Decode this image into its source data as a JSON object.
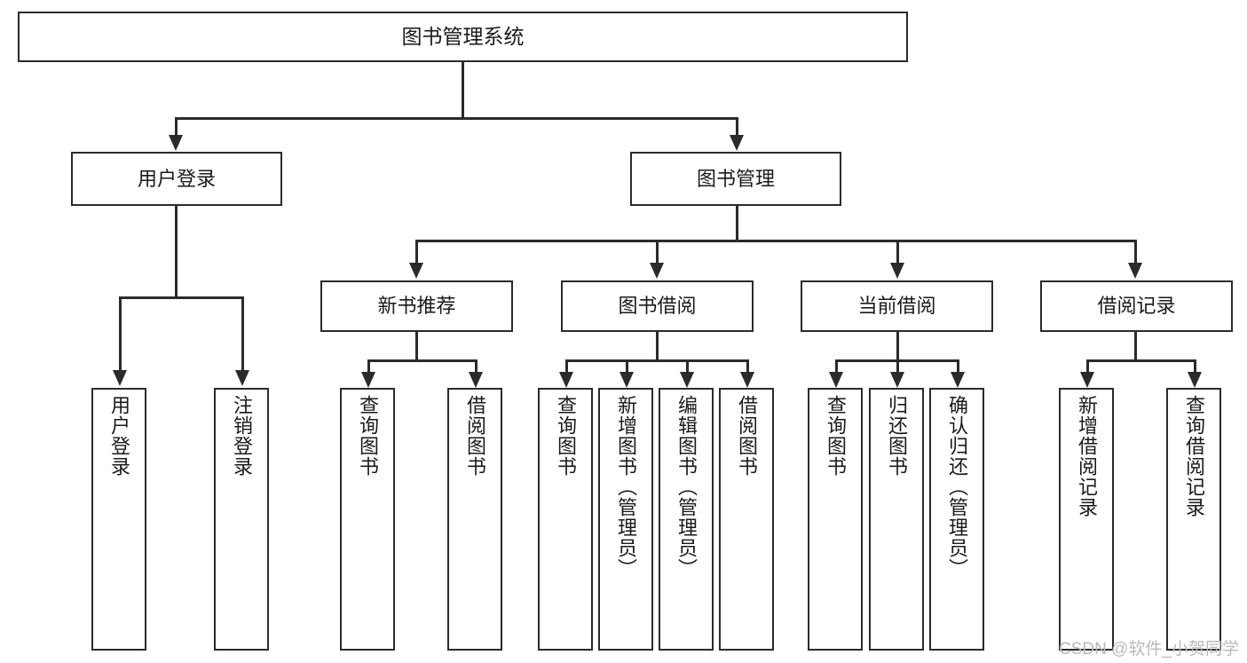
{
  "diagram": {
    "type": "tree-hierarchy-chart",
    "title": "图书管理系统",
    "colors": {
      "stroke": "#2b2b2b",
      "fill": "#ffffff",
      "text": "#1a1a1a",
      "watermark": "#b9b9b9"
    },
    "root": {
      "label": "图书管理系统"
    },
    "level2": [
      {
        "id": "user-login",
        "label": "用户登录"
      },
      {
        "id": "book-management",
        "label": "图书管理"
      }
    ],
    "level3": [
      {
        "id": "new-book-recommend",
        "label": "新书推荐"
      },
      {
        "id": "book-borrow",
        "label": "图书借阅"
      },
      {
        "id": "current-borrow",
        "label": "当前借阅"
      },
      {
        "id": "borrow-record",
        "label": "借阅记录"
      }
    ],
    "leaves": {
      "user_login": [
        {
          "id": "leaf-user-login",
          "label": "用户登录"
        },
        {
          "id": "leaf-logout-login",
          "label": "注销登录"
        }
      ],
      "new_book_recommend": [
        {
          "id": "leaf-query-book-1",
          "label": "查询图书"
        },
        {
          "id": "leaf-borrow-book-1",
          "label": "借阅图书"
        }
      ],
      "book_borrow": [
        {
          "id": "leaf-query-book-2",
          "label": "查询图书"
        },
        {
          "id": "leaf-add-book",
          "label": "新增图书（管理员）"
        },
        {
          "id": "leaf-edit-book",
          "label": "编辑图书（管理员）"
        },
        {
          "id": "leaf-borrow-book-2",
          "label": "借阅图书"
        }
      ],
      "current_borrow": [
        {
          "id": "leaf-query-book-3",
          "label": "查询图书"
        },
        {
          "id": "leaf-return-book",
          "label": "归还图书"
        },
        {
          "id": "leaf-confirm-return",
          "label": "确认归还（管理员）"
        }
      ],
      "borrow_record": [
        {
          "id": "leaf-add-record",
          "label": "新增借阅记录"
        },
        {
          "id": "leaf-query-record",
          "label": "查询借阅记录"
        }
      ]
    }
  },
  "watermark": {
    "text": "CSDN @软件_小贺同学"
  }
}
